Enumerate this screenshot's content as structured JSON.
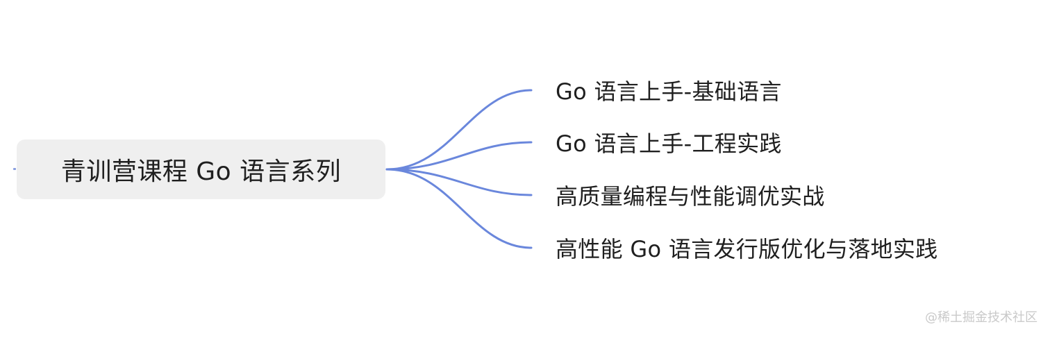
{
  "mindmap": {
    "root": {
      "label": "青训营课程 Go 语言系列"
    },
    "children": [
      {
        "label": "Go 语言上手-基础语言"
      },
      {
        "label": "Go 语言上手-工程实践"
      },
      {
        "label": "高质量编程与性能调优实战"
      },
      {
        "label": "高性能 Go 语言发行版优化与落地实践"
      }
    ],
    "connector_color": "#6a87dc",
    "node_background": "#efefef"
  },
  "watermark": {
    "text": "@稀土掘金技术社区"
  }
}
